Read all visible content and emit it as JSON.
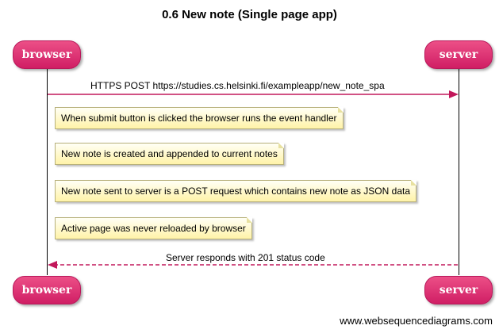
{
  "title": "0.6 New note (Single page app)",
  "participants": {
    "left": "browser",
    "right": "server"
  },
  "messages": [
    {
      "label": "HTTPS POST https://studies.cs.helsinki.fi/exampleapp/new_note_spa",
      "from": "browser",
      "to": "server",
      "style": "solid"
    },
    {
      "label": "Server responds with 201 status code",
      "from": "server",
      "to": "browser",
      "style": "dashed"
    }
  ],
  "notes": [
    "When submit button is clicked the browser runs the event handler",
    "New note is created and appended to current notes",
    "New note sent to server is a POST request which contains new note as JSON data",
    "Active page was never reloaded by browser"
  ],
  "watermark": "www.websequencediagrams.com",
  "colors": {
    "actor": "#d81b60",
    "arrow": "#c2185b",
    "note": "#fff7b8"
  }
}
